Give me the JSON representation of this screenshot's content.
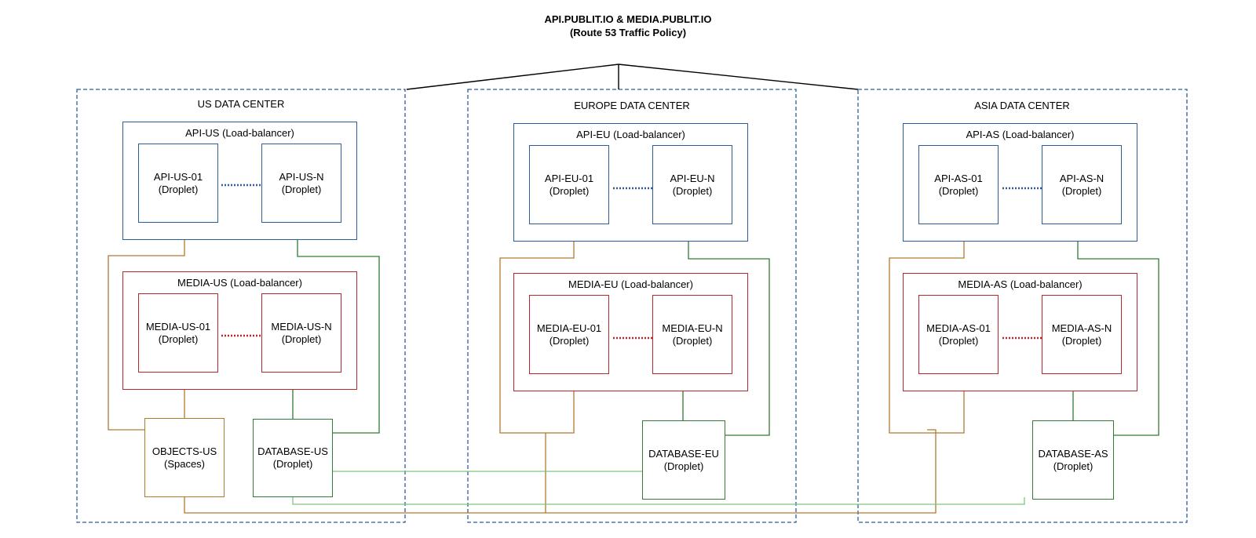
{
  "title": {
    "line1": "API.PUBLIT.IO & MEDIA.PUBLIT.IO",
    "line2": "(Route 53 Traffic Policy)"
  },
  "datacenters": {
    "us": {
      "label": "US DATA CENTER",
      "api_lb": "API-US (Load-balancer)",
      "api_first": {
        "name": "API-US-01",
        "type": "(Droplet)"
      },
      "api_last": {
        "name": "API-US-N",
        "type": "(Droplet)"
      },
      "media_lb": "MEDIA-US (Load-balancer)",
      "media_first": {
        "name": "MEDIA-US-01",
        "type": "(Droplet)"
      },
      "media_last": {
        "name": "MEDIA-US-N",
        "type": "(Droplet)"
      },
      "objects": {
        "name": "OBJECTS-US",
        "type": "(Spaces)"
      },
      "database": {
        "name": "DATABASE-US",
        "type": "(Droplet)"
      }
    },
    "eu": {
      "label": "EUROPE DATA CENTER",
      "api_lb": "API-EU (Load-balancer)",
      "api_first": {
        "name": "API-EU-01",
        "type": "(Droplet)"
      },
      "api_last": {
        "name": "API-EU-N",
        "type": "(Droplet)"
      },
      "media_lb": "MEDIA-EU (Load-balancer)",
      "media_first": {
        "name": "MEDIA-EU-01",
        "type": "(Droplet)"
      },
      "media_last": {
        "name": "MEDIA-EU-N",
        "type": "(Droplet)"
      },
      "database": {
        "name": "DATABASE-EU",
        "type": "(Droplet)"
      }
    },
    "as": {
      "label": "ASIA DATA CENTER",
      "api_lb": "API-AS (Load-balancer)",
      "api_first": {
        "name": "API-AS-01",
        "type": "(Droplet)"
      },
      "api_last": {
        "name": "API-AS-N",
        "type": "(Droplet)"
      },
      "media_lb": "MEDIA-AS (Load-balancer)",
      "media_first": {
        "name": "MEDIA-AS-01",
        "type": "(Droplet)"
      },
      "media_last": {
        "name": "MEDIA-AS-N",
        "type": "(Droplet)"
      },
      "database": {
        "name": "DATABASE-AS",
        "type": "(Droplet)"
      }
    }
  },
  "colors": {
    "api": "#2b5d9b",
    "media": "#b8272a",
    "database": "#2e7d32",
    "database_link": "#7fc77f",
    "objects": "#b07a2f",
    "datacenter_border": "#2b5d9b",
    "policy_lines": "#000000"
  }
}
